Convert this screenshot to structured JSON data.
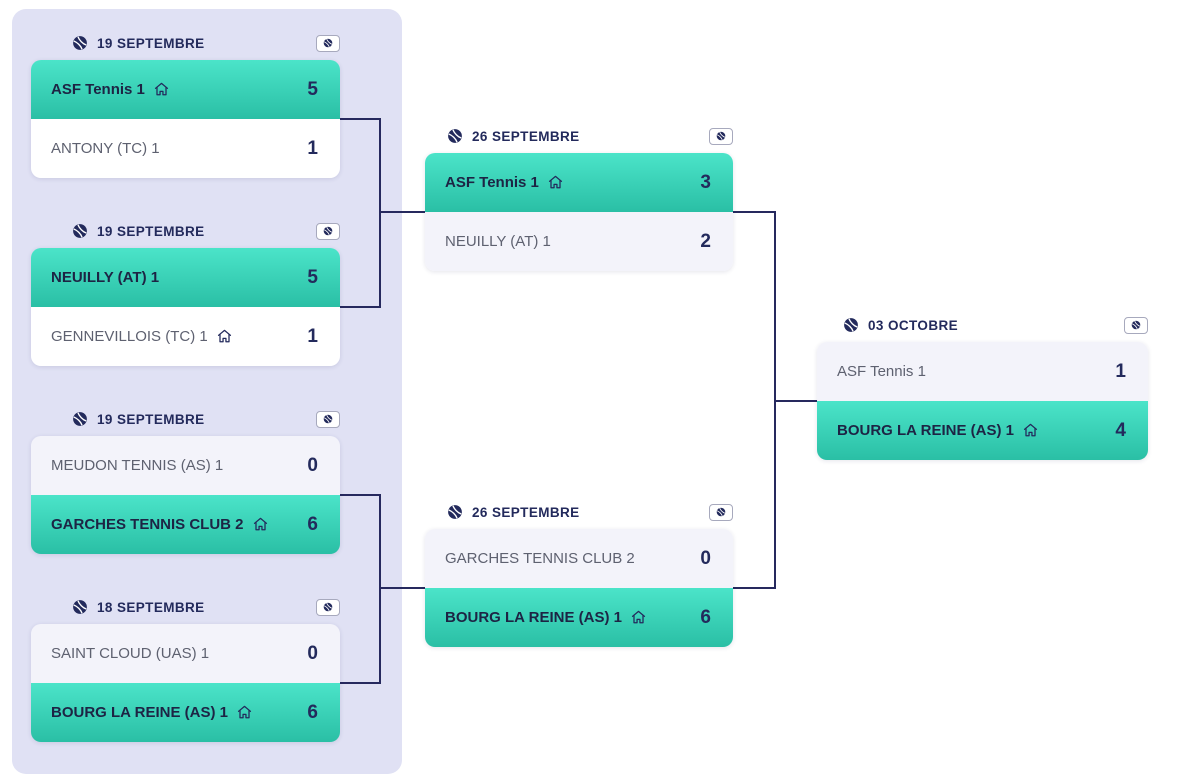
{
  "app": {
    "description": "Tennis team tournament bracket"
  },
  "colors": {
    "page_background": "#ffffff",
    "round1_panel_background": "#e0e1f4",
    "winner_gradient_top": "#4be4c9",
    "winner_gradient_bottom": "#2abfa5",
    "winner_text": "#1d2444",
    "loser_text": "#5e6170",
    "score_text": "#232a5c",
    "date_text": "#232a5c",
    "connector_line": "#26295e",
    "loser_row_white": "#ffffff",
    "loser_row_tint": "#f3f3fa"
  },
  "icons": {
    "header_ball": "tennis-ball-icon",
    "match_sheet_button": "match-sheet-ball-icon",
    "home": "home-icon"
  },
  "rounds": [
    {
      "matches": [
        {
          "date": "19 SEPTEMBRE",
          "team1": {
            "name": "ASF Tennis 1",
            "score": "5",
            "home": true,
            "winner": true
          },
          "team2": {
            "name": "ANTONY (TC) 1",
            "score": "1",
            "home": false,
            "winner": false
          }
        },
        {
          "date": "19 SEPTEMBRE",
          "team1": {
            "name": "NEUILLY (AT) 1",
            "score": "5",
            "home": false,
            "winner": true
          },
          "team2": {
            "name": "GENNEVILLOIS (TC) 1",
            "score": "1",
            "home": true,
            "winner": false
          }
        },
        {
          "date": "19 SEPTEMBRE",
          "team1": {
            "name": "MEUDON TENNIS (AS) 1",
            "score": "0",
            "home": false,
            "winner": false
          },
          "team2": {
            "name": "GARCHES TENNIS CLUB 2",
            "score": "6",
            "home": true,
            "winner": true
          }
        },
        {
          "date": "18 SEPTEMBRE",
          "team1": {
            "name": "SAINT CLOUD (UAS) 1",
            "score": "0",
            "home": false,
            "winner": false
          },
          "team2": {
            "name": "BOURG LA REINE (AS) 1",
            "score": "6",
            "home": true,
            "winner": true
          }
        }
      ]
    },
    {
      "matches": [
        {
          "date": "26 SEPTEMBRE",
          "team1": {
            "name": "ASF Tennis 1",
            "score": "3",
            "home": true,
            "winner": true
          },
          "team2": {
            "name": "NEUILLY (AT) 1",
            "score": "2",
            "home": false,
            "winner": false
          }
        },
        {
          "date": "26 SEPTEMBRE",
          "team1": {
            "name": "GARCHES TENNIS CLUB 2",
            "score": "0",
            "home": false,
            "winner": false
          },
          "team2": {
            "name": "BOURG LA REINE (AS) 1",
            "score": "6",
            "home": true,
            "winner": true
          }
        }
      ]
    },
    {
      "matches": [
        {
          "date": "03 OCTOBRE",
          "team1": {
            "name": "ASF Tennis 1",
            "score": "1",
            "home": false,
            "winner": false
          },
          "team2": {
            "name": "BOURG LA REINE (AS) 1",
            "score": "4",
            "home": true,
            "winner": true
          }
        }
      ]
    }
  ]
}
